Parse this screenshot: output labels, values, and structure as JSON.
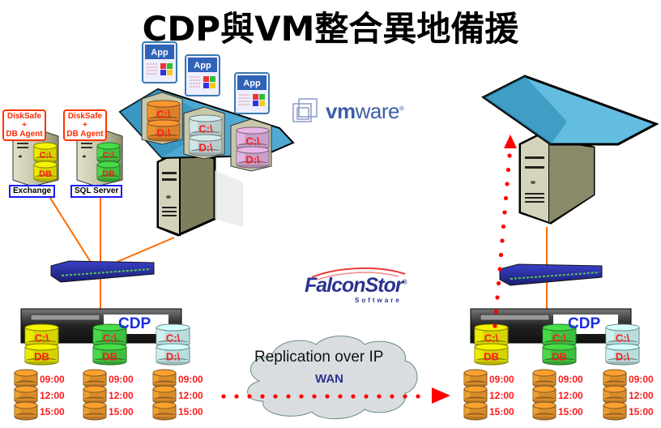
{
  "title": "CDP與VM整合異地備援",
  "logos": {
    "vmware": {
      "prefix": "vm",
      "suffix": "ware",
      "registered": "®"
    },
    "falconstor": {
      "name": "FalconStor",
      "registered": "®",
      "subtitle": "Software"
    }
  },
  "source_site": {
    "servers": [
      {
        "agent_label_line1": "DiskSafe +",
        "agent_label_line2": "DB Agent",
        "name": "Exchange",
        "disks": [
          "C:\\",
          "DB"
        ],
        "color": "#d6d400"
      },
      {
        "agent_label_line1": "DiskSafe +",
        "agent_label_line2": "DB Agent",
        "name": "SQL Server",
        "disks": [
          "C:\\",
          "DB"
        ],
        "color": "#3fbf3f"
      }
    ],
    "virtual_machines": [
      {
        "app_label": "App",
        "disks": [
          "C:\\",
          "D:\\"
        ],
        "color": "#d9822b"
      },
      {
        "app_label": "App",
        "disks": [
          "C:\\",
          "D:\\"
        ],
        "color": "#b9cccc"
      },
      {
        "app_label": "App",
        "disks": [
          "C:\\",
          "D:\\"
        ],
        "color": "#c9a0c9"
      }
    ],
    "cdp_appliance": {
      "label": "CDP",
      "volumes": [
        {
          "disks": [
            "C:\\",
            "DB"
          ],
          "color": "#d6d400"
        },
        {
          "disks": [
            "C:\\",
            "DB"
          ],
          "color": "#3fbf3f"
        },
        {
          "disks": [
            "C:\\",
            "D:\\"
          ],
          "color": "#b9dede"
        }
      ],
      "snapshot_times": [
        "09:00",
        "12:00",
        "15:00"
      ]
    }
  },
  "replication": {
    "label": "Replication over IP",
    "network": "WAN"
  },
  "target_site": {
    "cdp_appliance": {
      "label": "CDP",
      "volumes": [
        {
          "disks": [
            "C:\\",
            "DB"
          ],
          "color": "#d6d400"
        },
        {
          "disks": [
            "C:\\",
            "DB"
          ],
          "color": "#3fbf3f"
        },
        {
          "disks": [
            "C:\\",
            "D:\\"
          ],
          "color": "#b9dede"
        }
      ],
      "snapshot_times": [
        "09:00",
        "12:00",
        "15:00"
      ]
    }
  },
  "colors": {
    "link": "#ff6a00",
    "arrow": "#ff0000",
    "platform": "#5bb8dc",
    "switch": "#2b2f9e",
    "server_body": "#b8b89a"
  }
}
